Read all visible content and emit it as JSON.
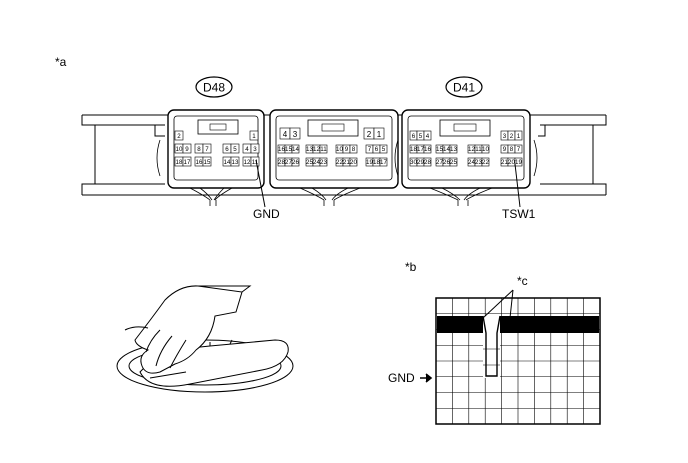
{
  "labels": {
    "figure_a": "*a",
    "figure_b": "*b",
    "callout_c": "*c",
    "connector_left": "D48",
    "connector_right": "D41",
    "pin_gnd": "GND",
    "pin_tsw1": "TSW1",
    "waveform_gnd": "GND"
  },
  "connector_d48": {
    "row1": [
      "2",
      "1"
    ],
    "row2": [
      "10",
      "9",
      "8",
      "7",
      "6",
      "5",
      "4",
      "3"
    ],
    "row3": [
      "18",
      "17",
      "16",
      "15",
      "14",
      "13",
      "12",
      "11"
    ]
  },
  "connector_mid": {
    "row1": [
      "4",
      "3",
      "2",
      "1"
    ],
    "row2": [
      "16",
      "15",
      "14",
      "13",
      "12",
      "11",
      "10",
      "9",
      "8",
      "7",
      "6",
      "5"
    ],
    "row3": [
      "28",
      "27",
      "26",
      "25",
      "24",
      "23",
      "22",
      "21",
      "20",
      "19",
      "18",
      "17"
    ]
  },
  "connector_d41": {
    "row1": [
      "6",
      "5",
      "4",
      "3",
      "2",
      "1"
    ],
    "row2": [
      "18",
      "17",
      "16",
      "15",
      "14",
      "13",
      "12",
      "11",
      "10",
      "9",
      "8",
      "7"
    ],
    "row3": [
      "30",
      "29",
      "28",
      "27",
      "26",
      "25",
      "24",
      "23",
      "22",
      "21",
      "20",
      "19"
    ]
  },
  "colors": {
    "line": "#000000",
    "grid": "#000000",
    "background": "#ffffff"
  }
}
